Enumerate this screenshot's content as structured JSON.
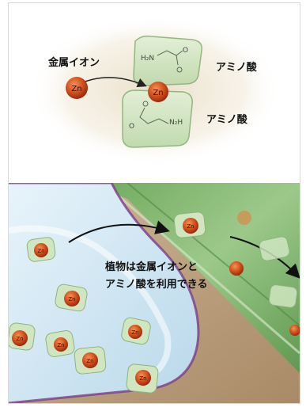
{
  "top_panel": {
    "metal_ion_label": "金属イオン",
    "amino_acid_label_1": "アミノ酸",
    "amino_acid_label_2": "アミノ酸",
    "zn_free": "Zn",
    "zn_bound": "Zn",
    "molecule_1": {
      "group_left": "H₂N",
      "group_right": "O"
    },
    "molecule_2": {
      "group_left": "O",
      "group_right": "N₂H"
    }
  },
  "bottom_panel": {
    "caption_line1": "植物は金属イオンと",
    "caption_line2": "アミノ酸を利用できる",
    "complex_labels": [
      "Zn",
      "Zn",
      "Zn",
      "Zn",
      "Zn",
      "Zn",
      "Zn",
      "Zn"
    ]
  },
  "colors": {
    "zinc": "#c8411b",
    "zinc_highlight": "#f07a3a",
    "amino_acid_fill": "#cfe6c0",
    "amino_acid_stroke": "#8fb37c",
    "root_blue": "#cfe6f2",
    "soil": "#b99a78",
    "leaf_green": "#7fb36a"
  }
}
